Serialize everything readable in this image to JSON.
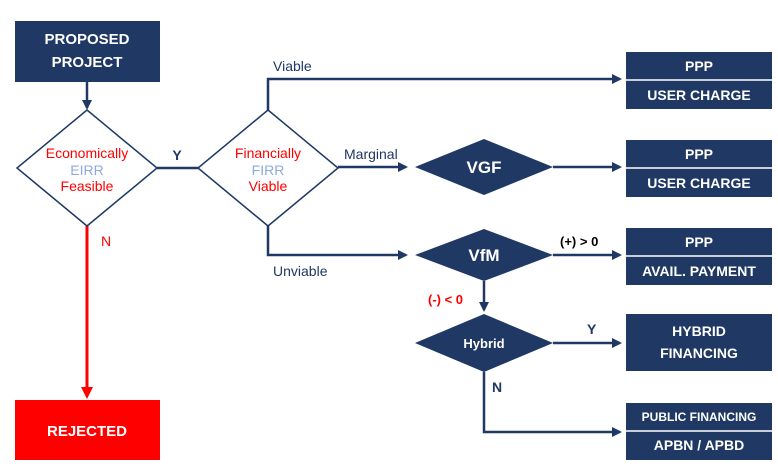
{
  "nodes": {
    "proposed_project": {
      "line1": "PROPOSED",
      "line2": "PROJECT"
    },
    "economically": {
      "line1": "Economically",
      "line2": "EIRR",
      "line3": "Feasible"
    },
    "financially": {
      "line1": "Financially",
      "line2": "FIRR",
      "line3": "Viable"
    },
    "vgf": "VGF",
    "vfm": "VfM",
    "hybrid": "Hybrid",
    "rejected": "REJECTED",
    "ppp_user_charge_1": {
      "top": "PPP",
      "bottom": "USER CHARGE"
    },
    "ppp_user_charge_2": {
      "top": "PPP",
      "bottom": "USER CHARGE"
    },
    "ppp_avail_payment": {
      "top": "PPP",
      "bottom": "AVAIL. PAYMENT"
    },
    "hybrid_financing": {
      "line1": "HYBRID",
      "line2": "FINANCING"
    },
    "public_financing": {
      "top": "PUBLIC FINANCING",
      "bottom": "APBN / APBD"
    }
  },
  "edges": {
    "y_label": "Y",
    "n_label": "N",
    "viable": "Viable",
    "marginal": "Marginal",
    "unviable": "Unviable",
    "vfm_positive": "(+) > 0",
    "vfm_negative": "(-) < 0",
    "hybrid_y": "Y",
    "hybrid_n": "N"
  },
  "colors": {
    "navy": "#1f3864",
    "red": "#ff0000",
    "light_blue": "#8eaadb",
    "white": "#ffffff"
  }
}
